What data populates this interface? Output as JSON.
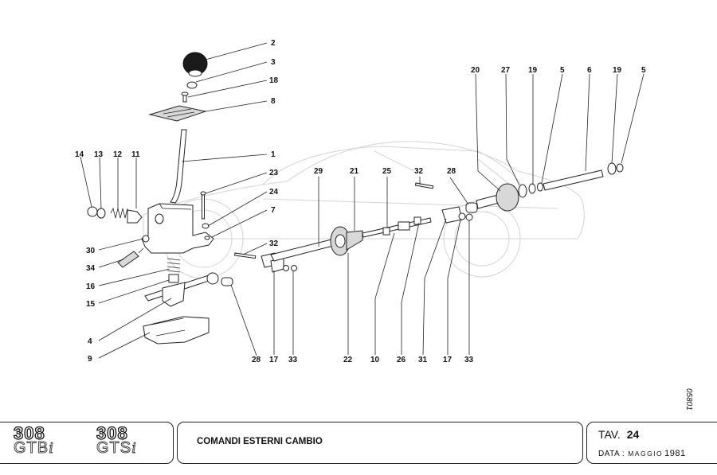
{
  "sheet": {
    "title": "COMANDI ESTERNI CAMBIO",
    "tav_label": "TAV.",
    "tav_number": "24",
    "date_label": "DATA :",
    "date_month": "MAGGIO",
    "date_year": "1981",
    "document_number": "05801"
  },
  "logos": [
    {
      "number": "308",
      "model": "GTB",
      "suffix": "i"
    },
    {
      "number": "308",
      "model": "GTS",
      "suffix": "i"
    }
  ],
  "callouts": {
    "c1": "1",
    "c2": "2",
    "c3": "3",
    "c4": "4",
    "c5a": "5",
    "c5b": "5",
    "c6": "6",
    "c7": "7",
    "c8": "8",
    "c9": "9",
    "c10": "10",
    "c11": "11",
    "c12": "12",
    "c13": "13",
    "c14": "14",
    "c15": "15",
    "c16": "16",
    "c17a": "17",
    "c17b": "17",
    "c18": "18",
    "c19a": "19",
    "c19b": "19",
    "c20": "20",
    "c21": "21",
    "c22": "22",
    "c23": "23",
    "c24": "24",
    "c25": "25",
    "c26": "26",
    "c27": "27",
    "c28a": "28",
    "c28b": "28",
    "c29": "29",
    "c30": "30",
    "c31": "31",
    "c32a": "32",
    "c32b": "32",
    "c33a": "33",
    "c33b": "33",
    "c34": "34"
  }
}
